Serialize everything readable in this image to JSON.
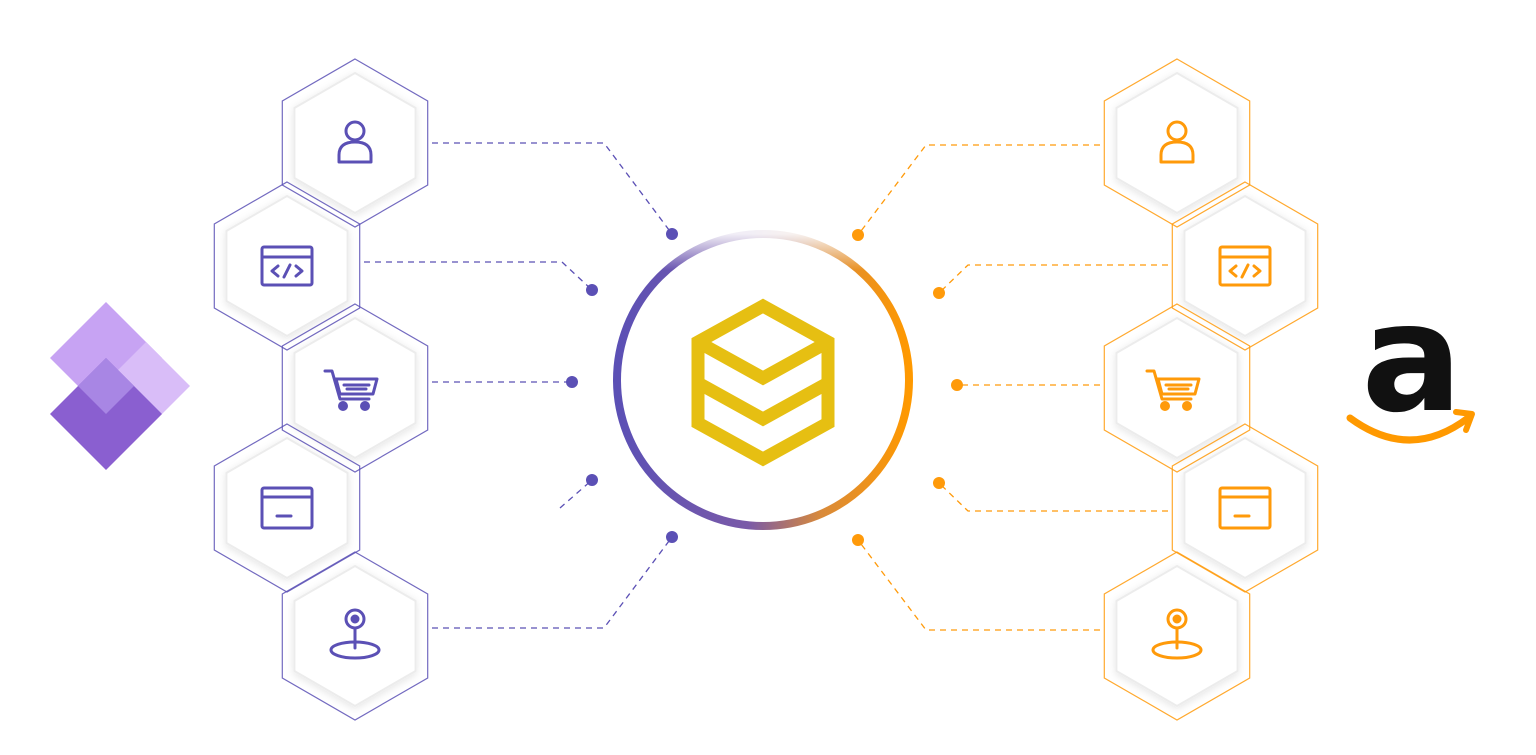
{
  "diagram": {
    "left_brand": {
      "name": "power-apps-logo",
      "colors": [
        "#c9a7f5",
        "#a77fe5",
        "#7e56c2"
      ]
    },
    "right_brand": {
      "name": "amazon-logo",
      "wordmark": "a",
      "colors": [
        "#111111",
        "#ff9900"
      ]
    },
    "hub": {
      "icon": "stacked-layers-hexagon-icon",
      "color": "#e6bf12",
      "ring_gradient": [
        "#5b50b5",
        "#ff9900"
      ]
    },
    "left_accent": "#5b50b5",
    "right_accent": "#ff9a0a",
    "nodes": [
      "user-icon",
      "code-window-icon",
      "shopping-cart-icon",
      "card-window-icon",
      "location-pin-icon"
    ]
  }
}
